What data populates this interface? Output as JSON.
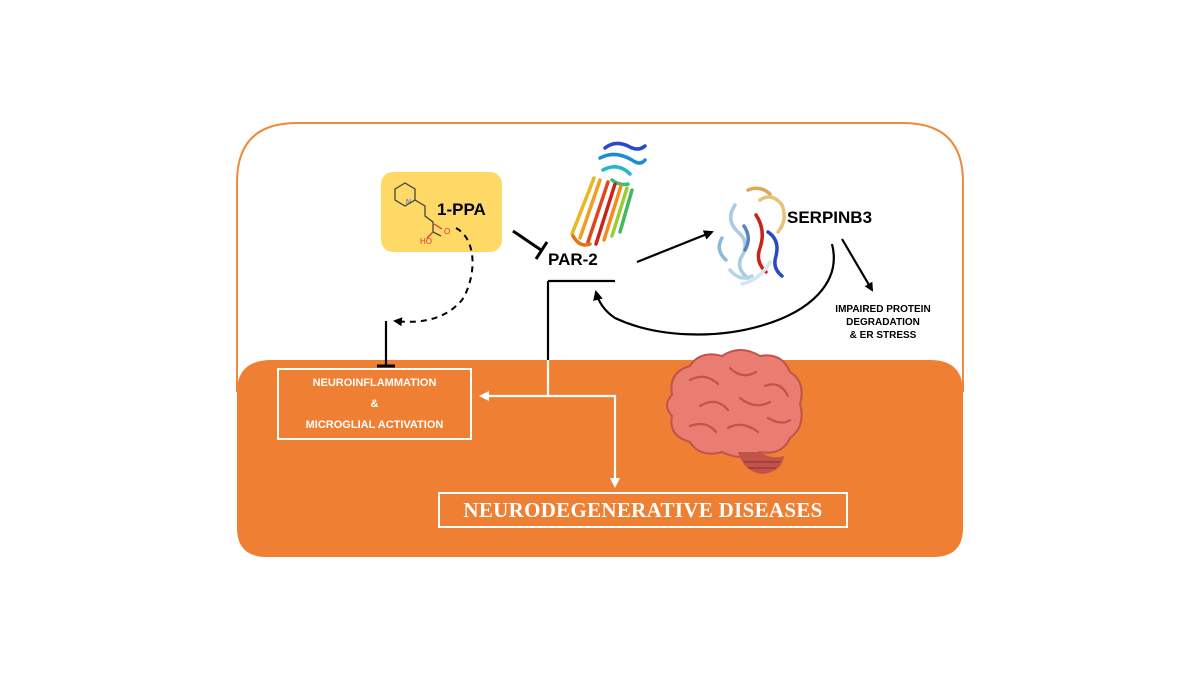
{
  "compound": {
    "name": "1-PPA",
    "structure_labels": {
      "nitrogen": "N",
      "oxygen": "O",
      "hydroxyl": "HO"
    }
  },
  "receptor": {
    "name": "PAR-2"
  },
  "serpin": {
    "name": "SERPINB3"
  },
  "outcome": {
    "line1": "IMPAIRED PROTEIN",
    "line2": "DEGRADATION",
    "line3": "& ER STRESS"
  },
  "inflammation_box": {
    "line1": "NEUROINFLAMMATION",
    "line2": "&",
    "line3": "MICROGLIAL ACTIVATION"
  },
  "disease_box": {
    "label": "NEURODEGENERATIVE DISEASES"
  },
  "colors": {
    "frame_border": "#ED8A3F",
    "bottom_panel": "#EE7F33",
    "compound_box": "#FFD966",
    "brain": "#E97D71",
    "brain_dark": "#C2534A",
    "arrows": "#000000",
    "panel_arrows": "#ffffff"
  },
  "icons": {
    "brain": "brain-illustration",
    "par2_structure": "protein-ribbon-par2",
    "serpinb3_structure": "protein-ribbon-serpinb3",
    "molecule": "piperidine-propionic-acid-structure"
  }
}
